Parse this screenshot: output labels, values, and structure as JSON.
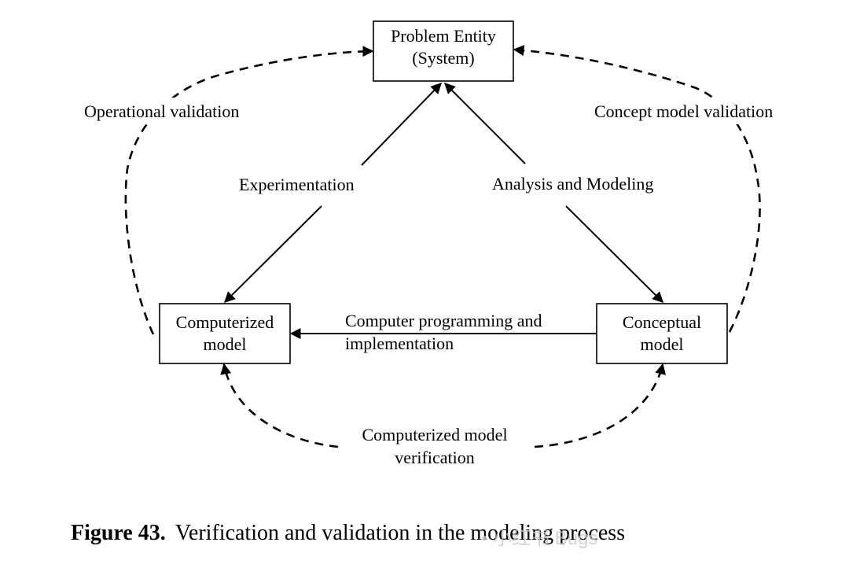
{
  "nodes": {
    "problem_entity": {
      "line1": "Problem Entity",
      "line2": "(System)"
    },
    "computerized_model": {
      "line1": "Computerized",
      "line2": "model"
    },
    "conceptual_model": {
      "line1": "Conceptual",
      "line2": "model"
    }
  },
  "edges": {
    "operational_validation": "Operational validation",
    "concept_model_validation": "Concept model validation",
    "experimentation": "Experimentation",
    "analysis_and_modeling": "Analysis and Modeling",
    "programming": {
      "line1": "Computer programming and",
      "line2": "implementation"
    },
    "verification": {
      "line1": "Computerized model",
      "line2": "verification"
    }
  },
  "caption": {
    "number": "Figure 43.",
    "text": "Verification and validation in the modeling process"
  },
  "watermark": "• 小红书 Bugs"
}
